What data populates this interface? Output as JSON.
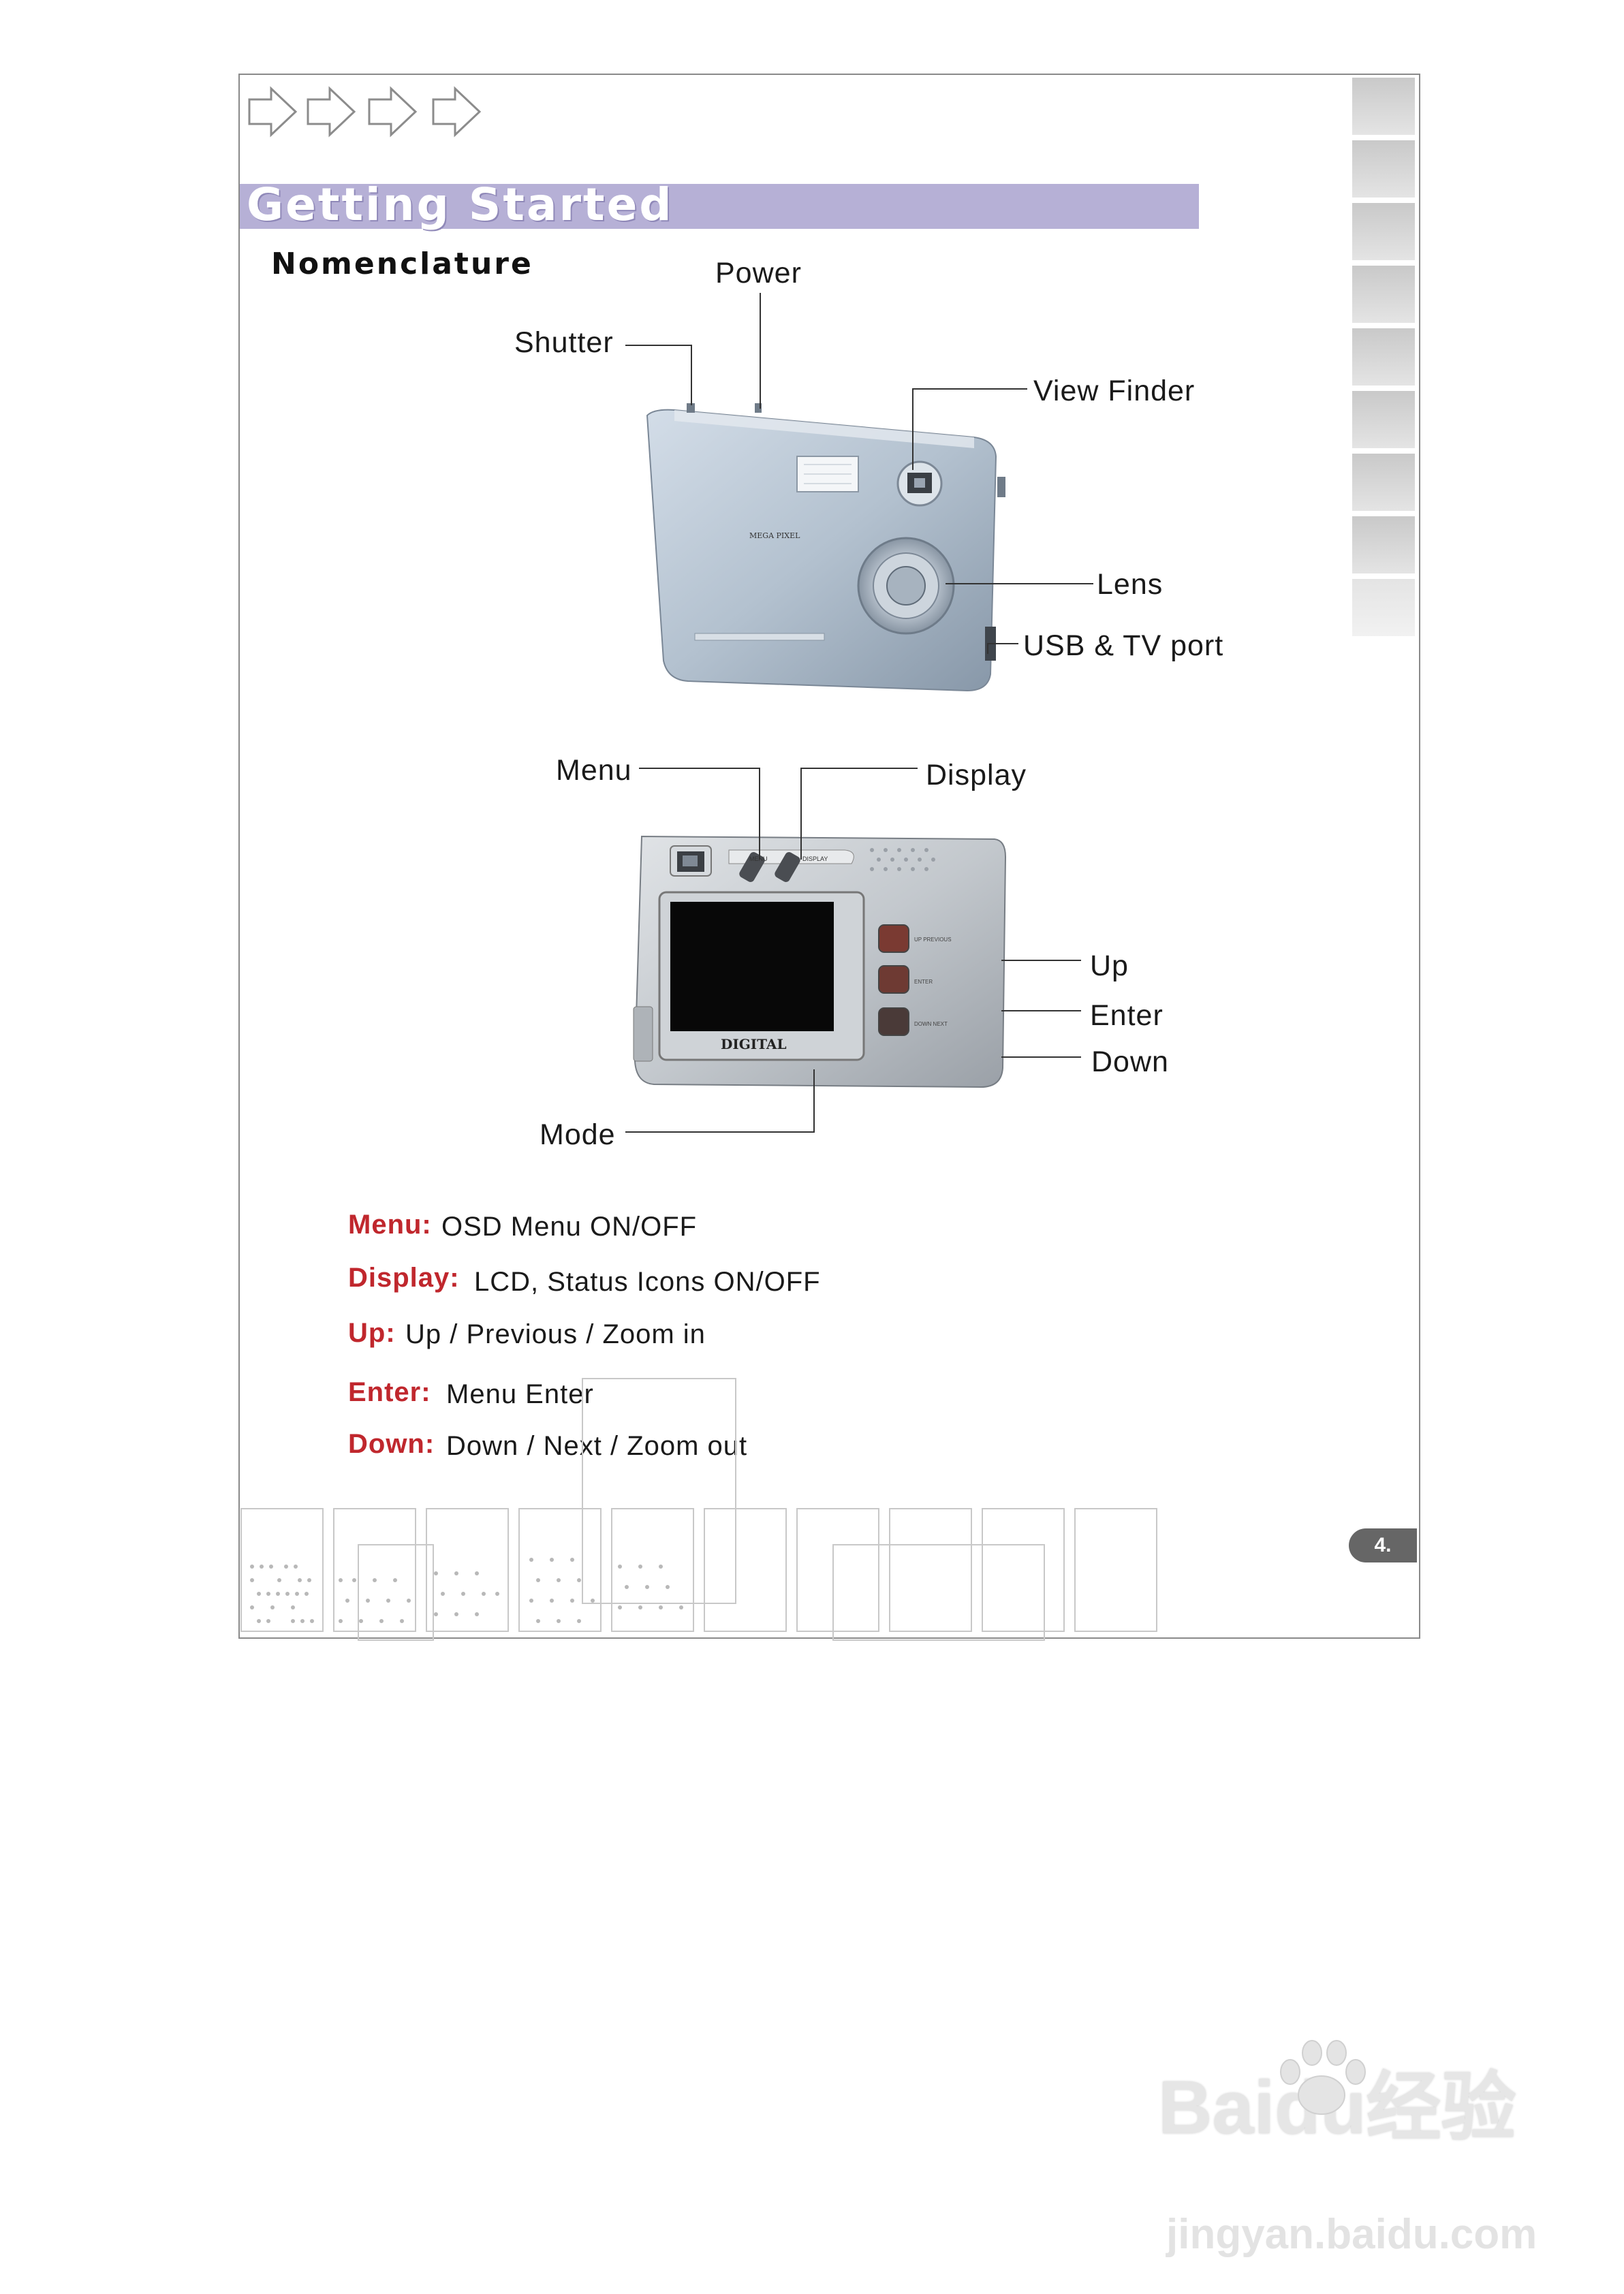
{
  "header": {
    "title": "Getting Started",
    "section": "Nomenclature"
  },
  "labels": {
    "power": "Power",
    "shutter": "Shutter",
    "view_finder": "View Finder",
    "lens": "Lens",
    "usb_tv": "USB & TV port",
    "menu": "Menu",
    "display": "Display",
    "up": "Up",
    "enter": "Enter",
    "down": "Down",
    "mode": "Mode"
  },
  "camera_text": {
    "front_logo": "MEGA PIXEL",
    "brand": "DIGITAL",
    "btn_menu": "MENU",
    "btn_display": "DISPLAY",
    "side_up": "UP PREVIOUS",
    "side_enter": "ENTER",
    "side_down": "DOWN NEXT"
  },
  "definitions": [
    {
      "term": "Menu:",
      "desc": "OSD Menu ON/OFF"
    },
    {
      "term": "Display:",
      "desc": "LCD, Status Icons ON/OFF"
    },
    {
      "term": "Up:",
      "desc": "Up / Previous / Zoom in"
    },
    {
      "term": "Enter:",
      "desc": "Menu Enter"
    },
    {
      "term": "Down:",
      "desc": "Down / Next / Zoom out"
    }
  ],
  "page_number": "4.",
  "watermark": {
    "brand": "Baidu经验",
    "url": "jingyan.baidu.com"
  },
  "colors": {
    "title_bar": "#b6b0d6",
    "term": "#c0272d",
    "frame": "#8a8a8a"
  }
}
